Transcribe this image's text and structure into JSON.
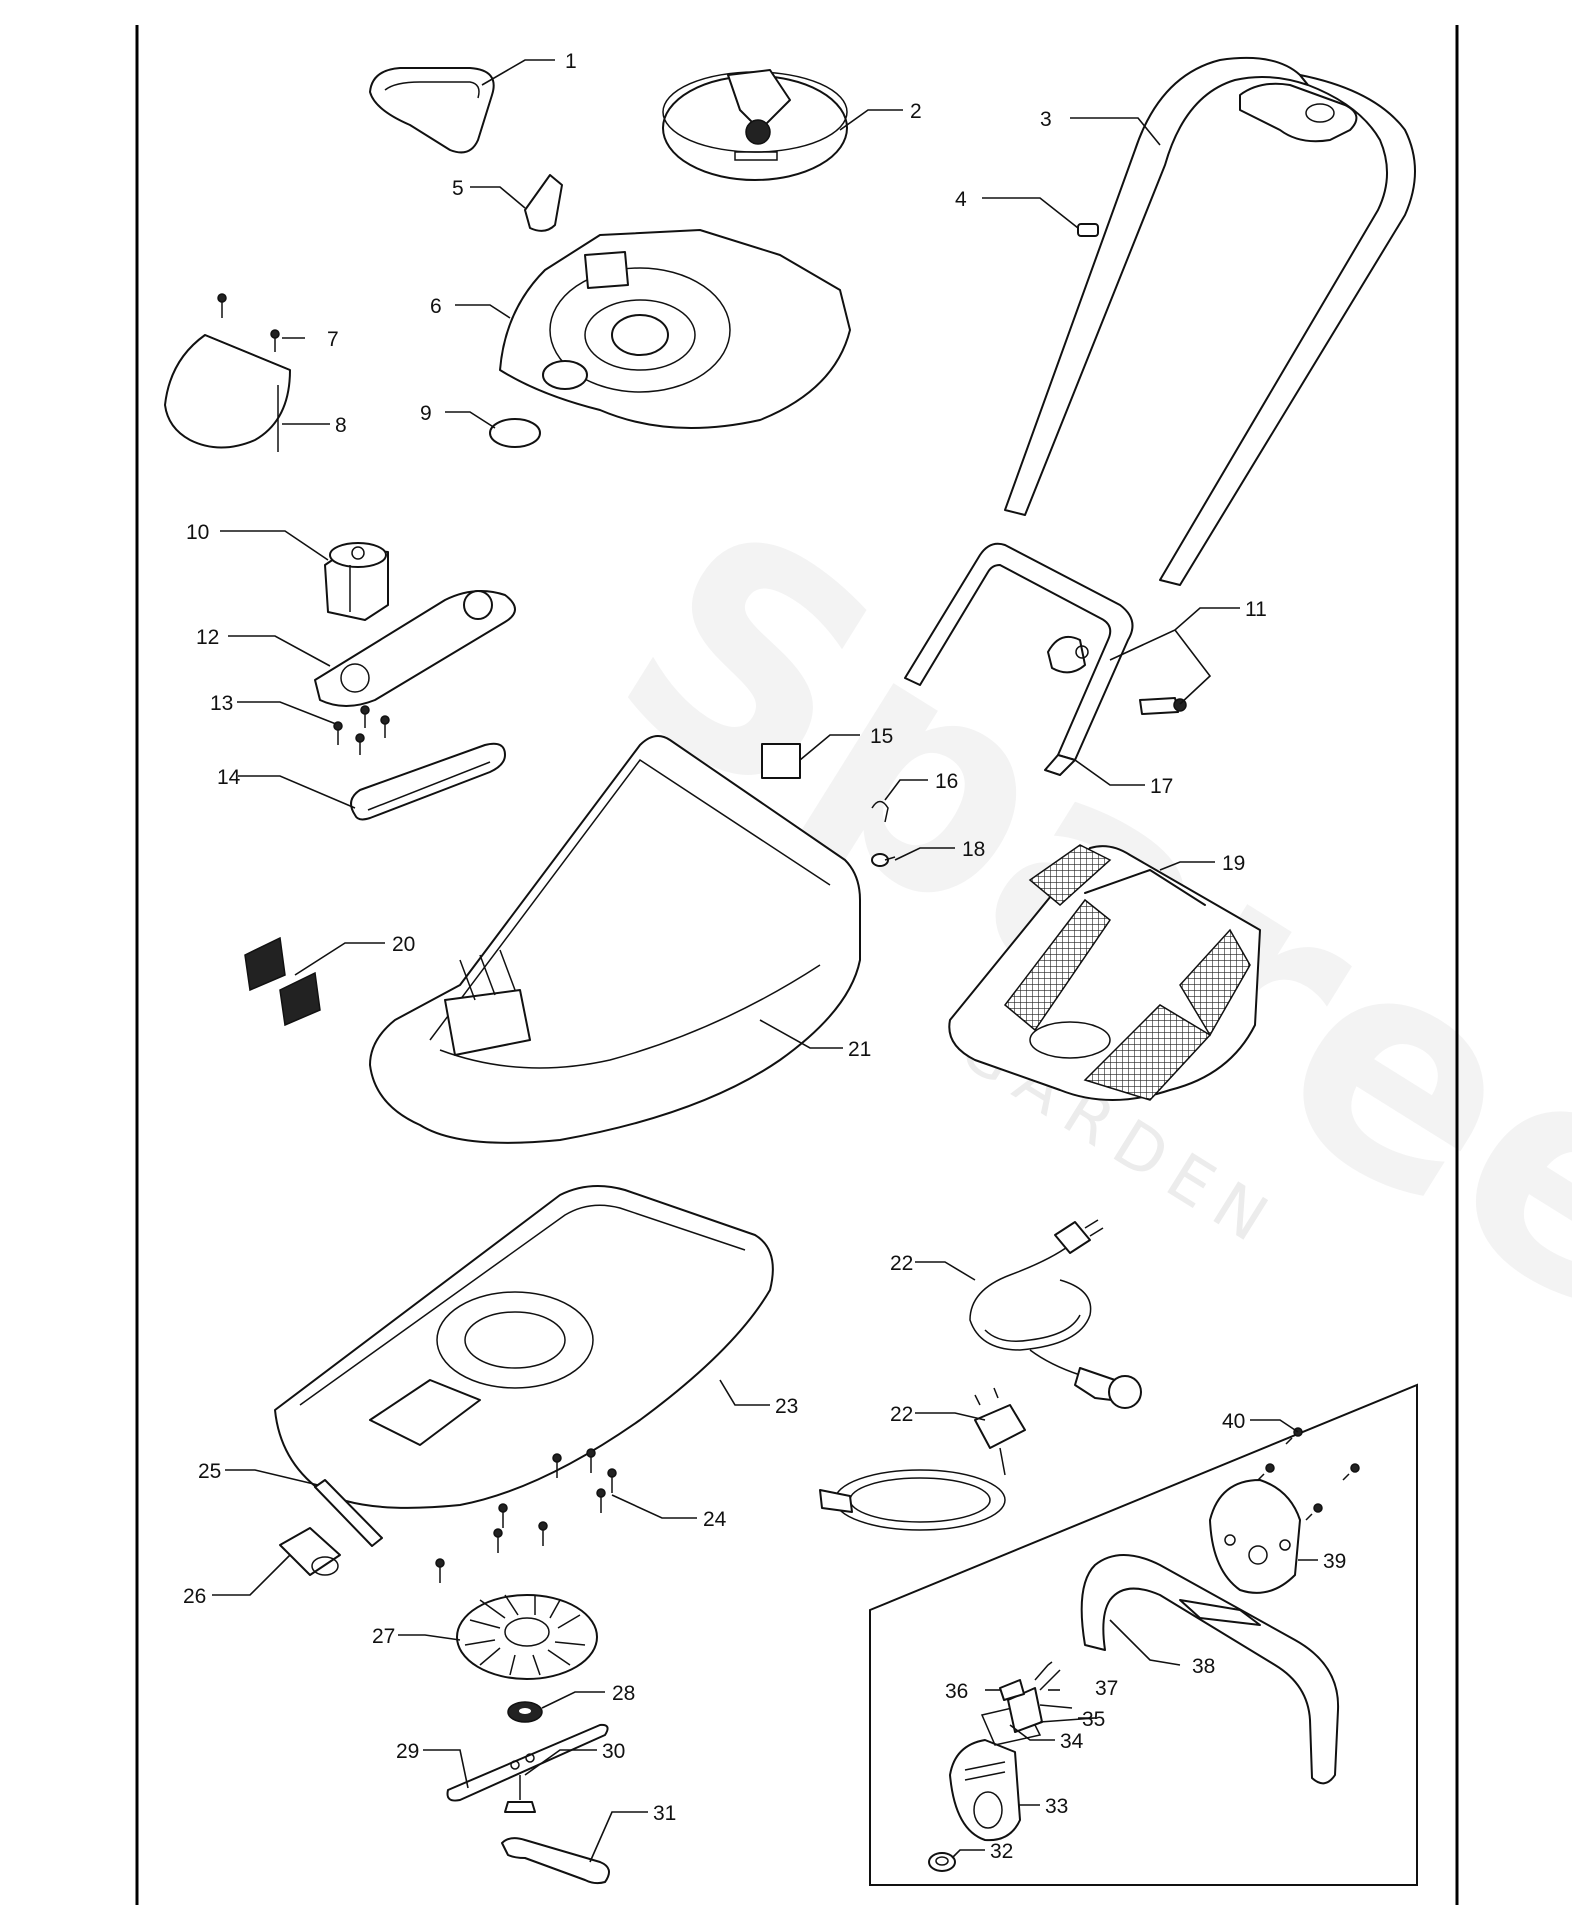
{
  "watermark": {
    "brand": "Spareek",
    "sub": "GARDEN"
  },
  "callouts": [
    {
      "id": "c1",
      "text": "1"
    },
    {
      "id": "c2",
      "text": "2"
    },
    {
      "id": "c3",
      "text": "3"
    },
    {
      "id": "c4",
      "text": "4"
    },
    {
      "id": "c5",
      "text": "5"
    },
    {
      "id": "c6",
      "text": "6"
    },
    {
      "id": "c7",
      "text": "7"
    },
    {
      "id": "c8",
      "text": "8"
    },
    {
      "id": "c9",
      "text": "9"
    },
    {
      "id": "c10",
      "text": "10"
    },
    {
      "id": "c11",
      "text": "11"
    },
    {
      "id": "c12",
      "text": "12"
    },
    {
      "id": "c13",
      "text": "13"
    },
    {
      "id": "c14",
      "text": "14"
    },
    {
      "id": "c15",
      "text": "15"
    },
    {
      "id": "c16",
      "text": "16"
    },
    {
      "id": "c17",
      "text": "17"
    },
    {
      "id": "c18",
      "text": "18"
    },
    {
      "id": "c19",
      "text": "19"
    },
    {
      "id": "c20",
      "text": "20"
    },
    {
      "id": "c21",
      "text": "21"
    },
    {
      "id": "c22a",
      "text": "22"
    },
    {
      "id": "c22b",
      "text": "22"
    },
    {
      "id": "c23",
      "text": "23"
    },
    {
      "id": "c24",
      "text": "24"
    },
    {
      "id": "c25",
      "text": "25"
    },
    {
      "id": "c26",
      "text": "26"
    },
    {
      "id": "c27",
      "text": "27"
    },
    {
      "id": "c28",
      "text": "28"
    },
    {
      "id": "c29",
      "text": "29"
    },
    {
      "id": "c30",
      "text": "30"
    },
    {
      "id": "c31",
      "text": "31"
    },
    {
      "id": "c32",
      "text": "32"
    },
    {
      "id": "c33",
      "text": "33"
    },
    {
      "id": "c34",
      "text": "34"
    },
    {
      "id": "c35",
      "text": "35"
    },
    {
      "id": "c36",
      "text": "36"
    },
    {
      "id": "c37",
      "text": "37"
    },
    {
      "id": "c38",
      "text": "38"
    },
    {
      "id": "c39",
      "text": "39"
    },
    {
      "id": "c40",
      "text": "40"
    }
  ]
}
